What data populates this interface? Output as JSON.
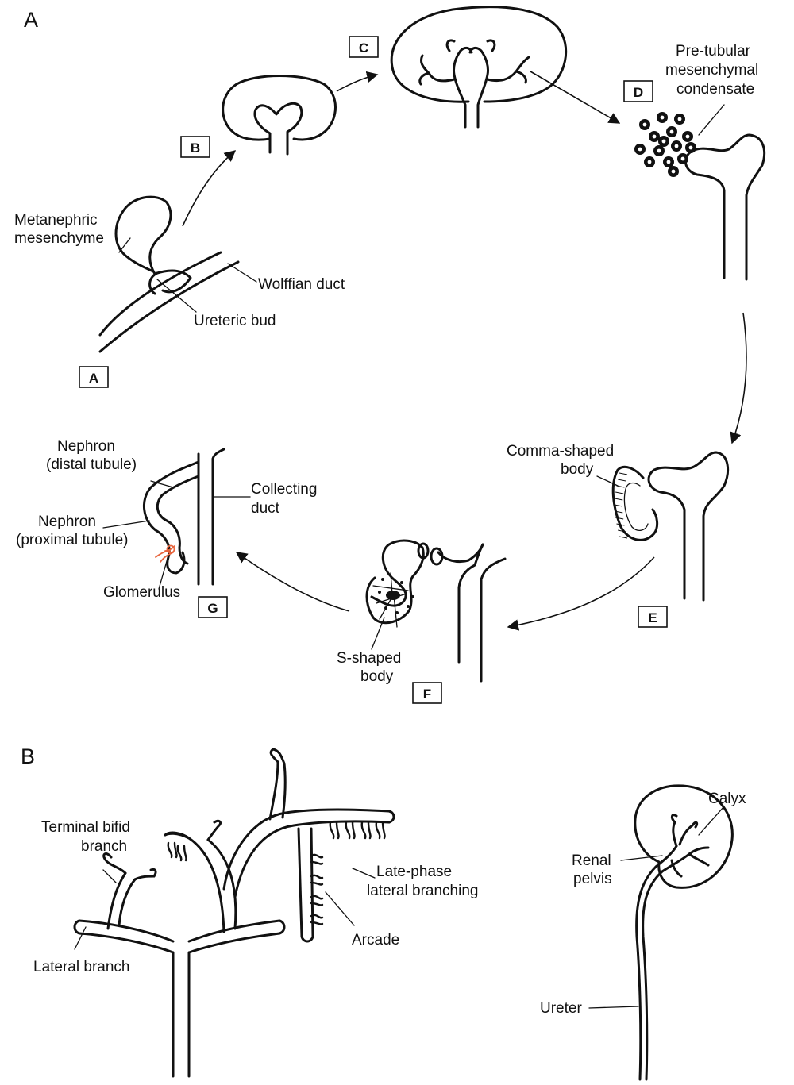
{
  "panels": {
    "a": "A",
    "b": "B"
  },
  "stages": {
    "a": "A",
    "b": "B",
    "c": "C",
    "d": "D",
    "e": "E",
    "f": "F",
    "g": "G"
  },
  "labels": {
    "metanephric_1": "Metanephric",
    "metanephric_2": "mesenchyme",
    "wolffian_duct": "Wolffian duct",
    "ureteric_bud": "Ureteric bud",
    "pretubular_1": "Pre-tubular",
    "pretubular_2": "mesenchymal",
    "pretubular_3": "condensate",
    "comma_1": "Comma-shaped",
    "comma_2": "body",
    "sshaped_1": "S-shaped",
    "sshaped_2": "body",
    "nephron_distal_1": "Nephron",
    "nephron_distal_2": "(distal tubule)",
    "nephron_proximal_1": "Nephron",
    "nephron_proximal_2": "(proximal tubule)",
    "glomerulus": "Glomerulus",
    "collecting_1": "Collecting",
    "collecting_2": "duct",
    "terminal_1": "Terminal bifid",
    "terminal_2": "branch",
    "lateral_branch": "Lateral branch",
    "late_phase_1": "Late-phase",
    "late_phase_2": "lateral branching",
    "arcade": "Arcade",
    "calyx": "Calyx",
    "renal_1": "Renal",
    "renal_2": "pelvis",
    "ureter": "Ureter"
  },
  "colors": {
    "ink": "#111111",
    "glomerulus": "#e8643c"
  }
}
